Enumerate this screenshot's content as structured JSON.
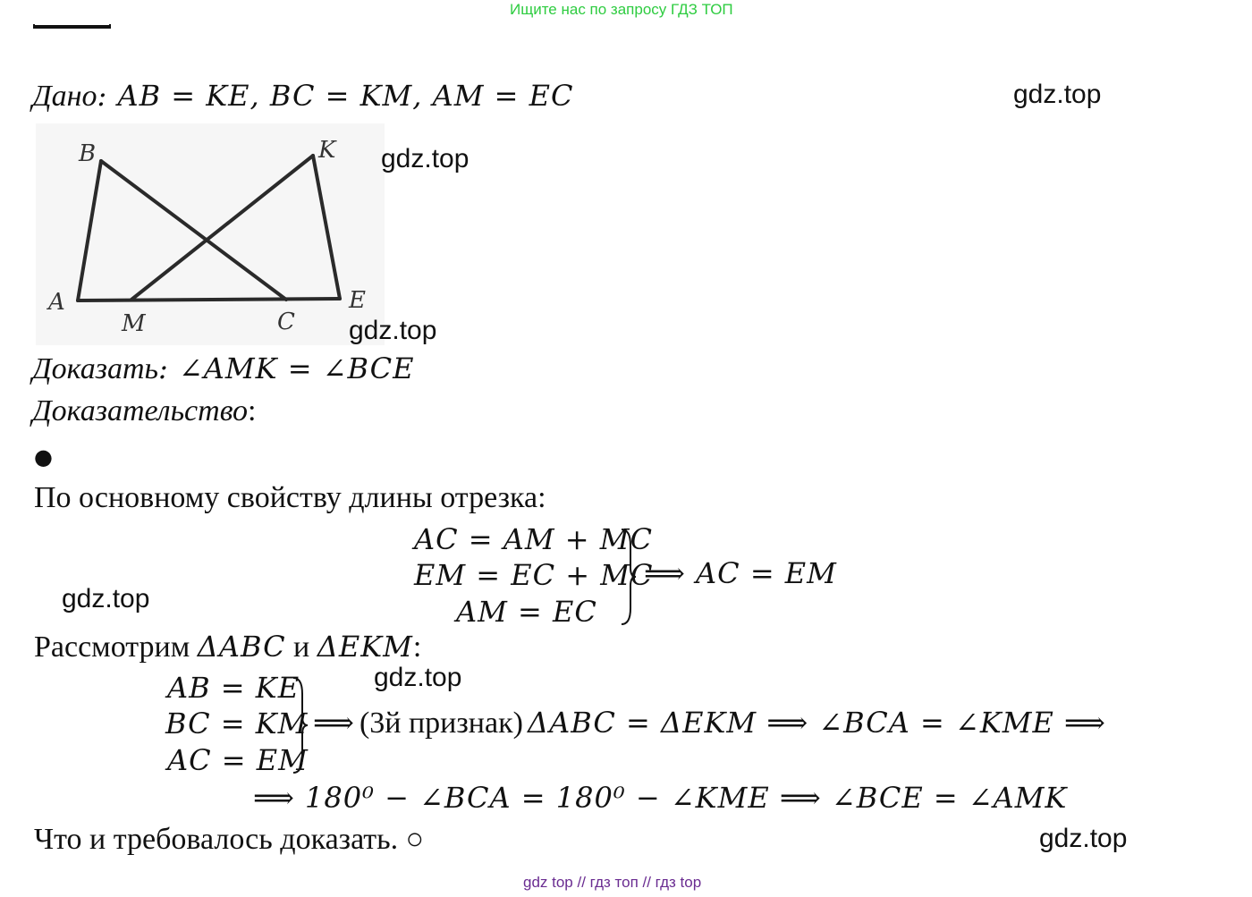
{
  "banner": "Ищите нас по запросу ГДЗ ТОП",
  "watermark": "gdz.top",
  "given": {
    "label": "Дано",
    "text": ": AB = KE, BC = KM, AM = EC"
  },
  "figure": {
    "labels": {
      "A": "A",
      "B": "B",
      "K": "K",
      "M": "M",
      "C": "C",
      "E": "E"
    }
  },
  "prove": {
    "label": "Доказать",
    "text": ": ∠AMK = ∠BCE"
  },
  "proof_label": "Доказательство",
  "proof_colon": ":",
  "bullet": "●",
  "step1": {
    "intro": "По основному свойству длины отрезка:",
    "lines": [
      "AC = AM + MC",
      "EM = EC + MC",
      "AM = EC"
    ],
    "result": "⟹ AC = EM"
  },
  "step2": {
    "intro_prefix": "Рассмотрим ",
    "intro_math": "ΔABC",
    "intro_mid": " и ",
    "intro_math2": "ΔEKM",
    "intro_suffix": ":",
    "lines": [
      "AB = KE",
      "BC = KM",
      "AC = EM"
    ],
    "arrow1": "⟹",
    "sign_text": "(3й признак)",
    "result": "ΔABC = ΔEKM ⟹ ∠BCA = ∠KME ⟹",
    "line2": "⟹ 180⁰ − ∠BCA = 180⁰ − ∠KME ⟹ ∠BCE = ∠AMK"
  },
  "conclusion": "Что и требовалось доказать. ○",
  "footer": "gdz top  //  гдз топ  //  гдз top"
}
